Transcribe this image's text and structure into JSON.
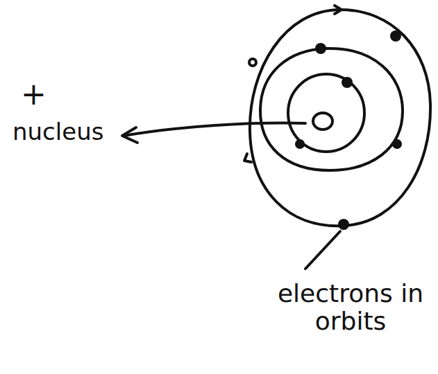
{
  "diagram": {
    "labels": [
      "+",
      "nucleus",
      "electrons in orbits"
    ]
  }
}
